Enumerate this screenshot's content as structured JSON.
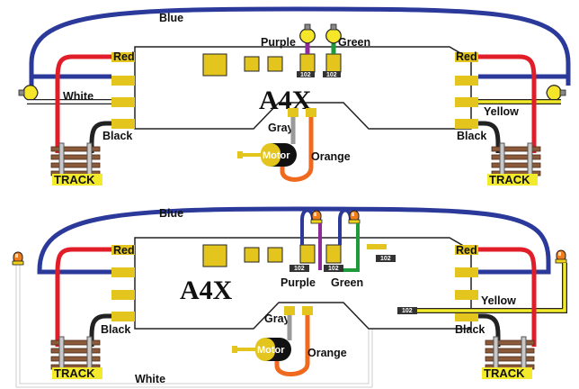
{
  "top": {
    "chip": "A4X",
    "wires": {
      "blue": "Blue",
      "purple": "Purple",
      "green": "Green",
      "red_left": "Red",
      "red_right": "Red",
      "white": "White",
      "yellow": "Yellow",
      "black_left": "Black",
      "black_right": "Black",
      "gray": "Gray",
      "orange": "Orange"
    },
    "motor": "Motor",
    "track_left": "TRACK",
    "track_right": "TRACK",
    "resistor_1": "102",
    "resistor_2": "102"
  },
  "bottom": {
    "chip": "A4X",
    "wires": {
      "blue": "Blue",
      "purple": "Purple",
      "green": "Green",
      "red_left": "Red",
      "red_right": "Red",
      "white": "White",
      "yellow": "Yellow",
      "black_left": "Black",
      "black_right": "Black",
      "gray": "Gray",
      "orange": "Orange"
    },
    "motor": "Motor",
    "track_left": "TRACK",
    "track_right": "TRACK",
    "resistor_1": "102",
    "resistor_2": "102",
    "resistor_3": "102",
    "resistor_4": "102"
  },
  "colors": {
    "blue": "#2b3a9a",
    "red": "#e21d2a",
    "purple": "#8e2a9a",
    "green": "#1f9a3a",
    "yellow": "#f2ea2b",
    "gold_pad": "#e3c51e",
    "gray": "#9a9a9a",
    "orange": "#ef6a1e",
    "black": "#222222",
    "white_wire": "#ffffff",
    "wood": "#8a5a3a"
  }
}
